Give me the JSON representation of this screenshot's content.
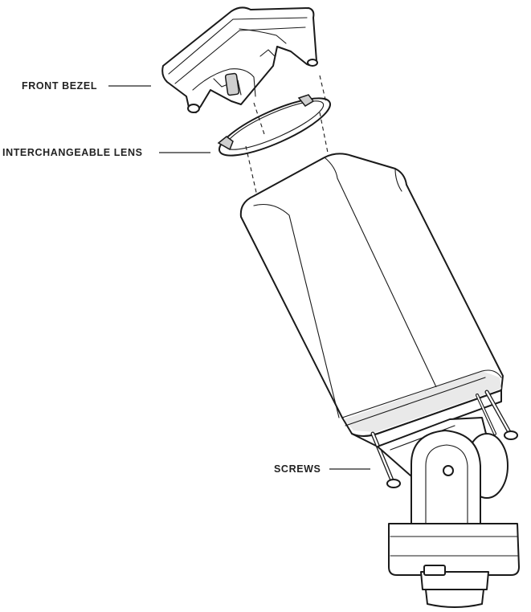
{
  "labels": {
    "front_bezel": "FRONT BEZEL",
    "interchangeable_lens": "INTERCHANGEABLE LENS",
    "screws": "SCREWS"
  }
}
